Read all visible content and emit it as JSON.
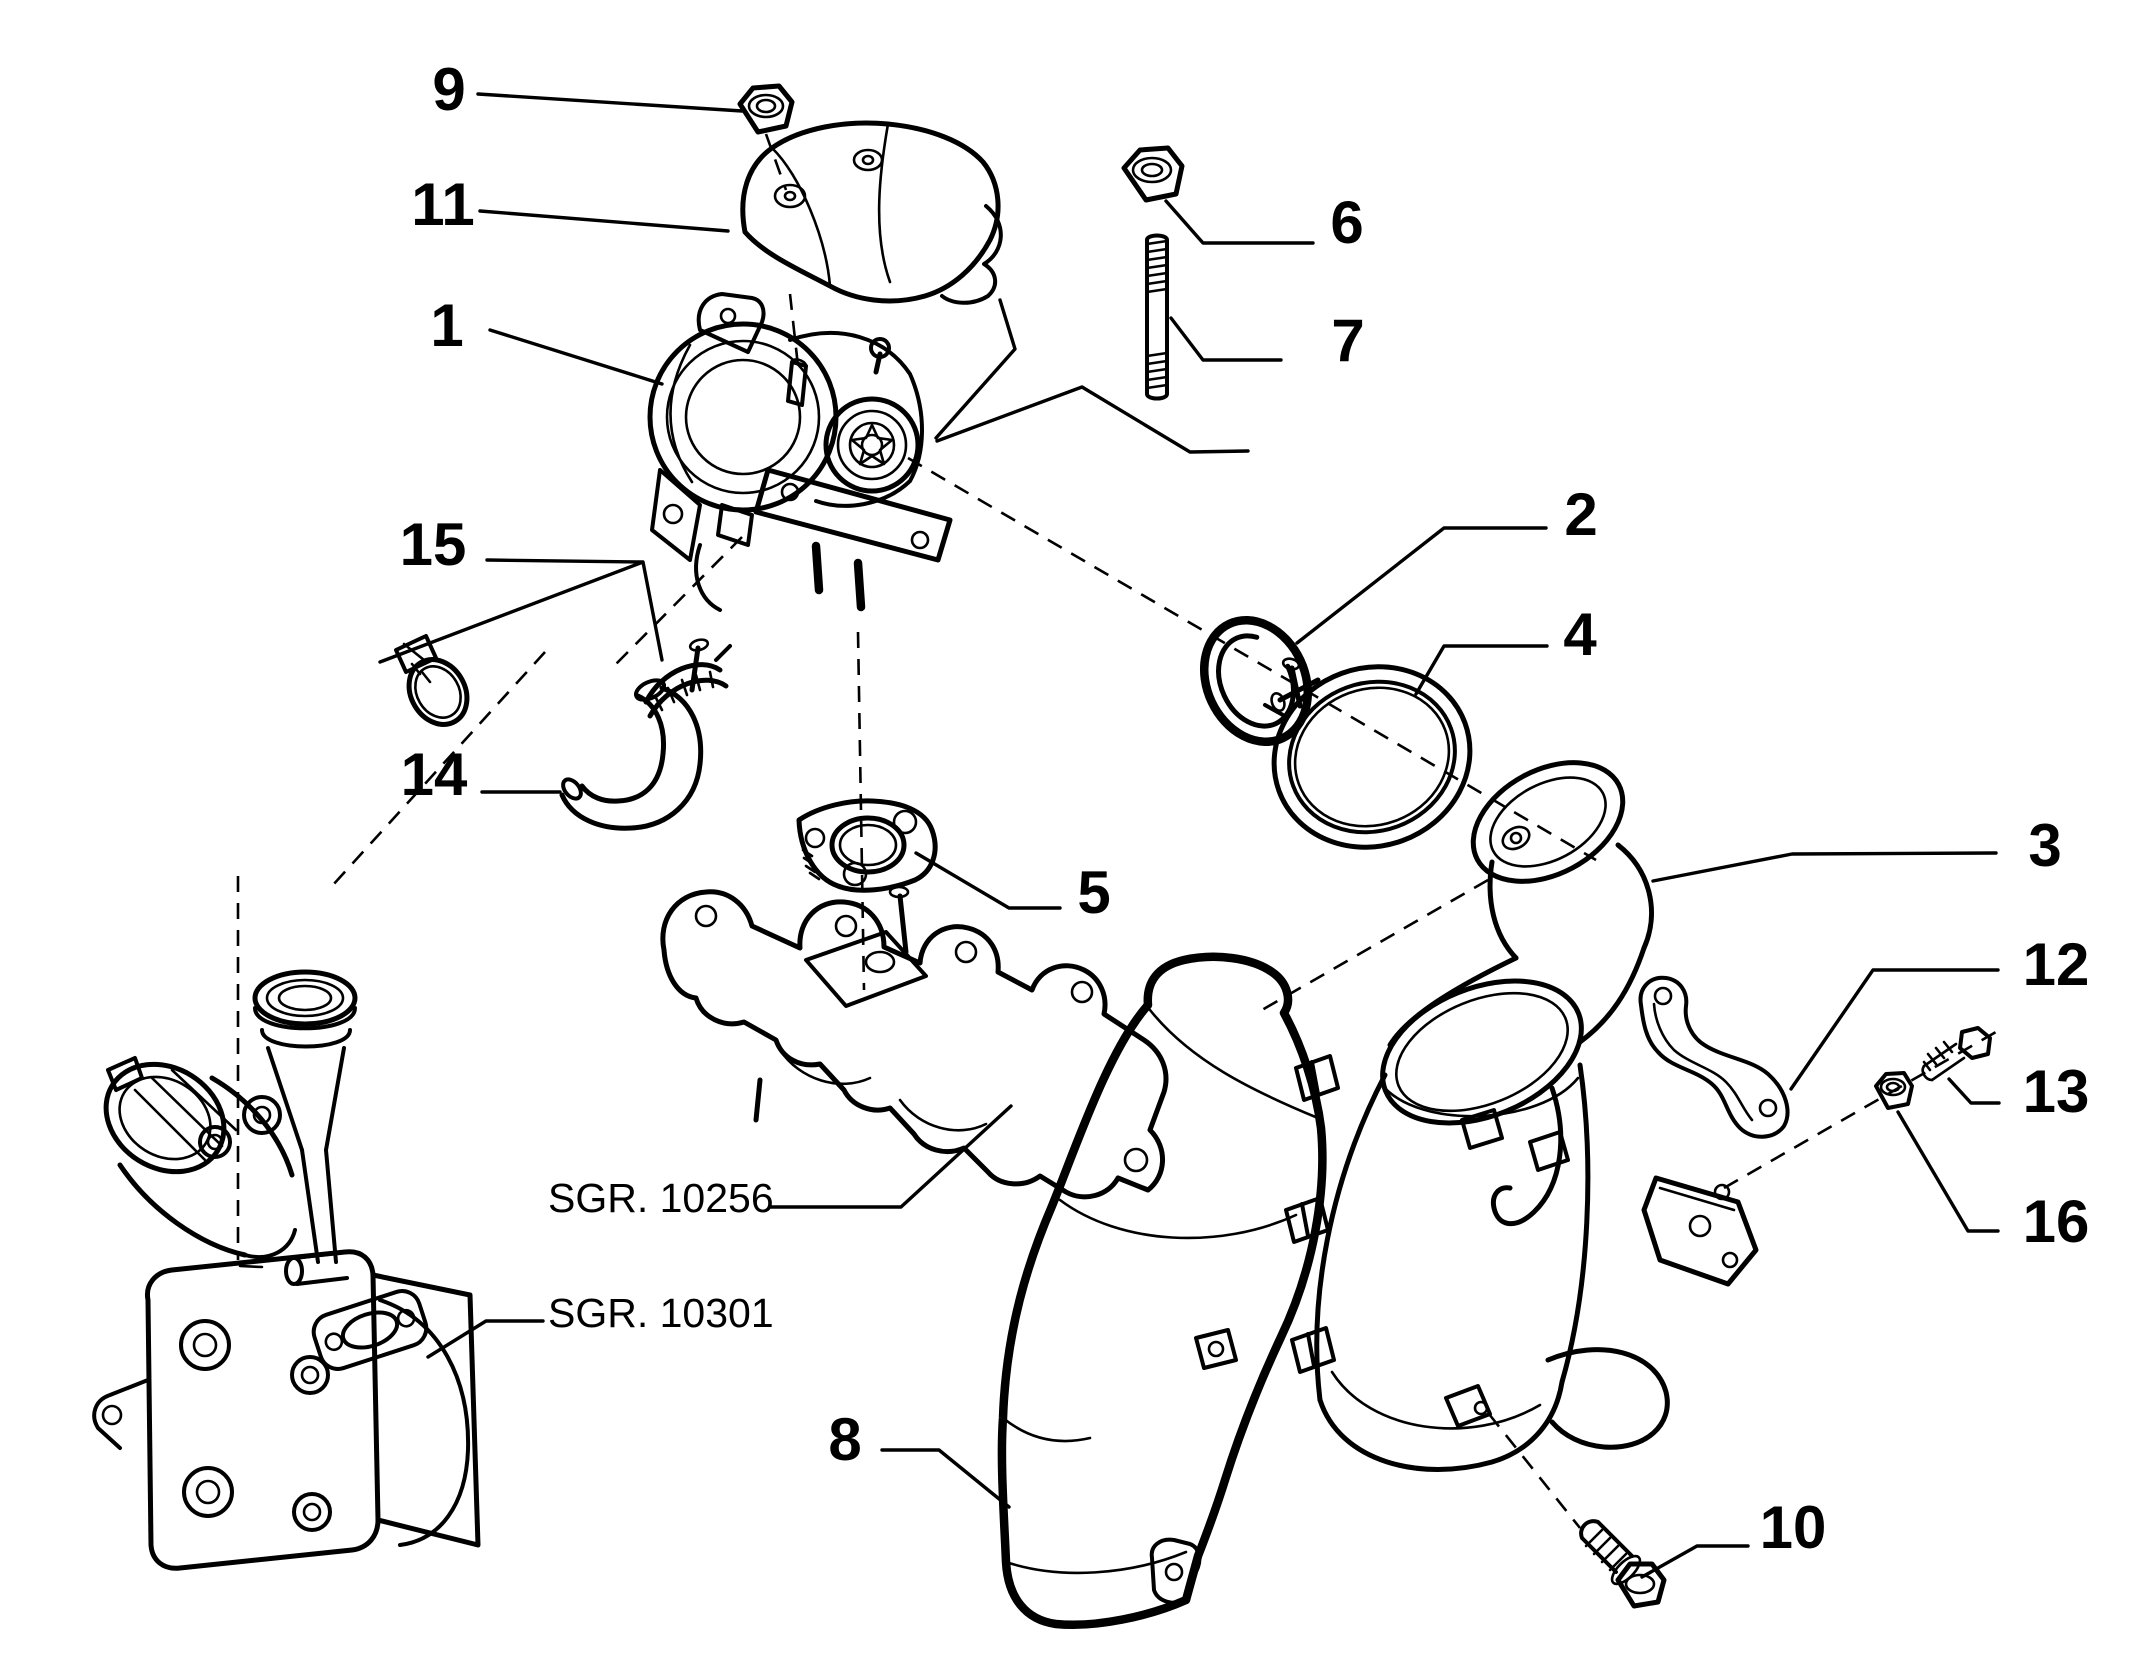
{
  "diagram": {
    "type": "exploded-parts-diagram",
    "colors": {
      "background": "#ffffff",
      "line": "#000000"
    },
    "callouts": [
      {
        "label": "1"
      },
      {
        "label": "2"
      },
      {
        "label": "3"
      },
      {
        "label": "4"
      },
      {
        "label": "5"
      },
      {
        "label": "6"
      },
      {
        "label": "7"
      },
      {
        "label": "8"
      },
      {
        "label": "9"
      },
      {
        "label": "10"
      },
      {
        "label": "11"
      },
      {
        "label": "12"
      },
      {
        "label": "13"
      },
      {
        "label": "14"
      },
      {
        "label": "15"
      },
      {
        "label": "16"
      }
    ],
    "section_refs": [
      {
        "label": "SGR. 10256"
      },
      {
        "label": "SGR. 10301"
      }
    ]
  }
}
